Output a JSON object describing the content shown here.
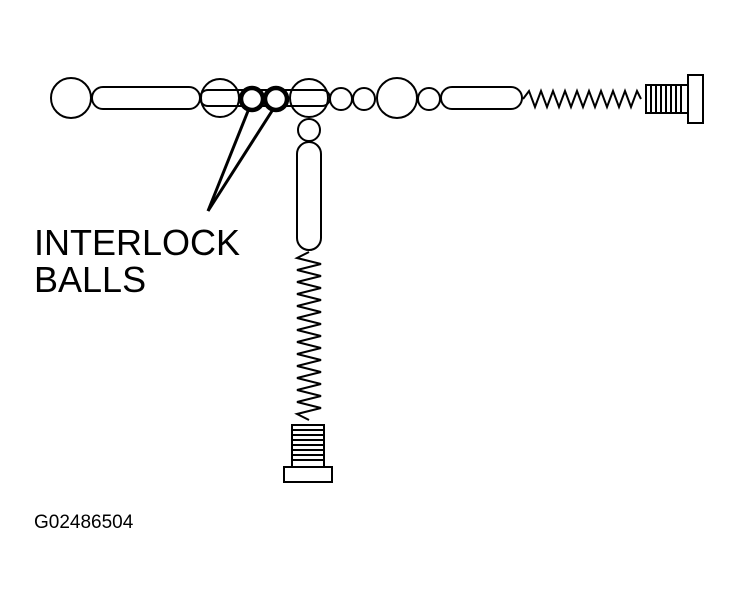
{
  "callout": {
    "line1": "INTERLOCK",
    "line2": "BALLS"
  },
  "figure_id": "G02486504",
  "colors": {
    "ink": "#000000",
    "paper": "#ffffff"
  }
}
